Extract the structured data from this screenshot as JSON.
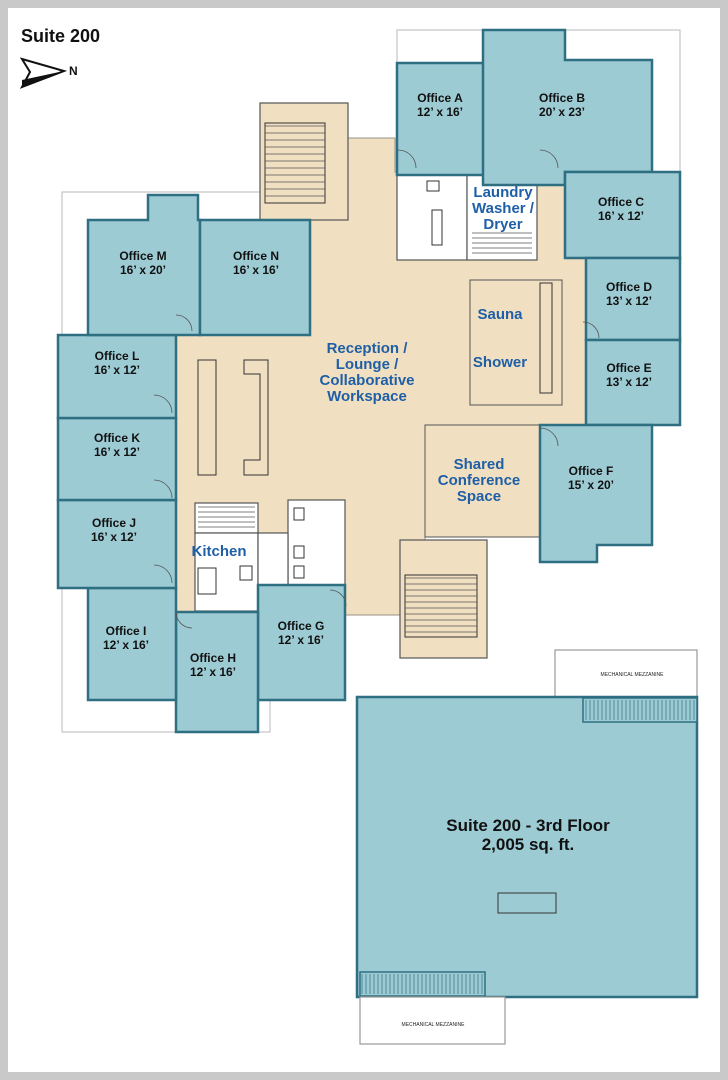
{
  "header": {
    "title": "Suite 200",
    "north_label": "N"
  },
  "offices": [
    {
      "id": "a",
      "name": "Office A",
      "size": "12’ x 16’"
    },
    {
      "id": "b",
      "name": "Office B",
      "size": "20’ x 23’"
    },
    {
      "id": "c",
      "name": "Office C",
      "size": "16’ x 12’"
    },
    {
      "id": "d",
      "name": "Office D",
      "size": "13’ x 12’"
    },
    {
      "id": "e",
      "name": "Office E",
      "size": "13’ x 12’"
    },
    {
      "id": "f",
      "name": "Office F",
      "size": "15’ x 20’"
    },
    {
      "id": "g",
      "name": "Office G",
      "size": "12’ x 16’"
    },
    {
      "id": "h",
      "name": "Office H",
      "size": "12’ x 16’"
    },
    {
      "id": "i",
      "name": "Office I",
      "size": "12’ x 16’"
    },
    {
      "id": "j",
      "name": "Office J",
      "size": "16’ x 12’"
    },
    {
      "id": "k",
      "name": "Office K",
      "size": "16’ x 12’"
    },
    {
      "id": "l",
      "name": "Office L",
      "size": "16’ x 12’"
    },
    {
      "id": "m",
      "name": "Office M",
      "size": "16’ x 20’"
    },
    {
      "id": "n",
      "name": "Office N",
      "size": "16’ x 16’"
    }
  ],
  "areas": {
    "laundry": [
      "Laundry",
      "Washer /",
      "Dryer"
    ],
    "sauna": "Sauna",
    "shower": "Shower",
    "reception": [
      "Reception /",
      "Lounge /",
      "Collaborative",
      "Workspace"
    ],
    "conference": [
      "Shared",
      "Conference",
      "Space"
    ],
    "kitchen": "Kitchen"
  },
  "suite": {
    "line1": "Suite 200 - 3rd Floor",
    "line2": "2,005 sq. ft."
  },
  "mezzanine_label": "MECHANICAL MEZZANINE",
  "colors": {
    "office_fill": "#9dcbd4",
    "office_stroke": "#2e6f82",
    "common_fill": "#f0dfc1",
    "label_blue": "#1f5fa6",
    "frame_gray": "#c9c9c9"
  }
}
